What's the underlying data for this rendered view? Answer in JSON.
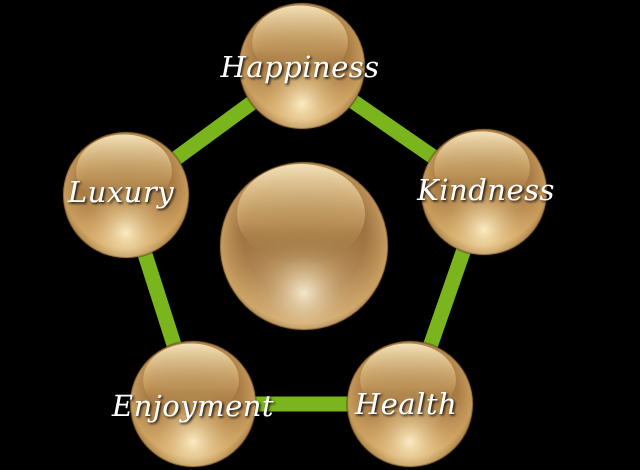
{
  "diagram": {
    "center_node": {
      "label": ""
    },
    "nodes": [
      {
        "id": "happiness",
        "label": "Happiness"
      },
      {
        "id": "kindness",
        "label": "Kindness"
      },
      {
        "id": "health",
        "label": "Health"
      },
      {
        "id": "enjoyment",
        "label": "Enjoyment"
      },
      {
        "id": "luxury",
        "label": "Luxury"
      }
    ],
    "connections": [
      [
        "happiness",
        "kindness"
      ],
      [
        "kindness",
        "health"
      ],
      [
        "health",
        "enjoyment"
      ],
      [
        "enjoyment",
        "luxury"
      ],
      [
        "luxury",
        "happiness"
      ]
    ],
    "colors": {
      "background": "#000000",
      "connector": "#7ab51d",
      "sphere_highlight": "#f3e2b6",
      "sphere_mid": "#b9894a",
      "sphere_dark": "#2e1a05",
      "label": "#ffffff"
    }
  }
}
